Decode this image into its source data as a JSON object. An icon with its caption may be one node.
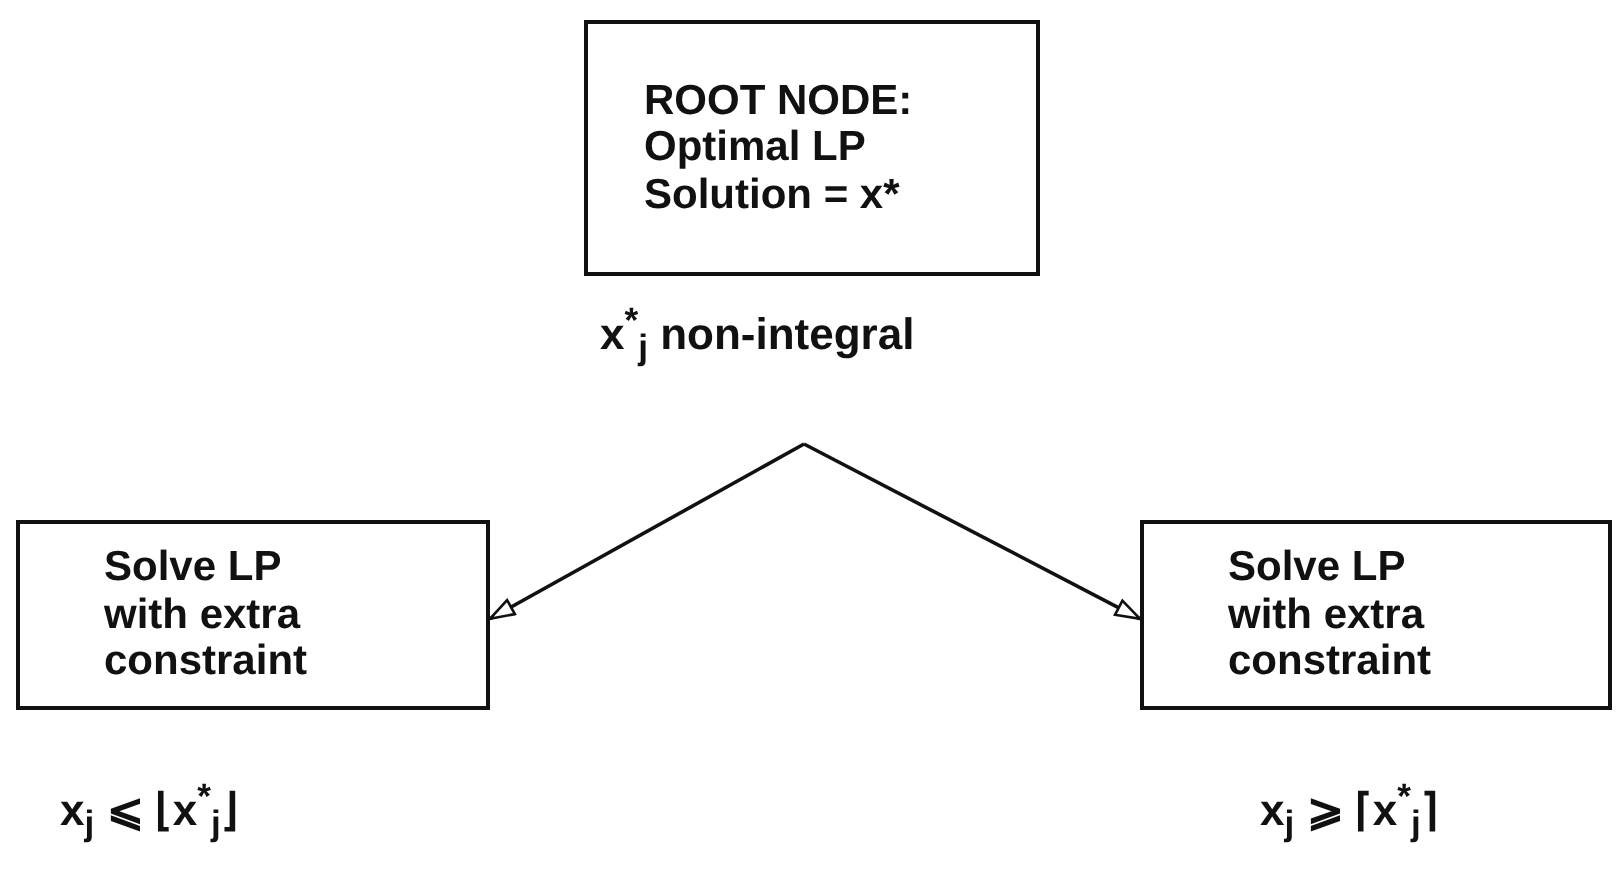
{
  "diagram": {
    "nodes": [
      {
        "text": [
          "ROOT NODE: Optimal LP Solution = x*"
        ],
        "beside": [
          "x$^{*}$$_{j}$ non-integral"
        ]
      },
      {
        "text": [
          "Solve LP with extra constraint"
        ],
        "beside": [
          "x$_{j}$ ⩽ ⌊x$^{*}$$_{j}$⌋"
        ]
      },
      {
        "text": [
          "Solve LP with extra constraint"
        ],
        "beside": [
          "x$_{j}$ ⩾ ⌈x$^{*}$$_{j}$⌉"
        ]
      }
    ],
    "edges": [
      {
        "from": 0,
        "to": 1,
        "arrow": "to"
      },
      {
        "from": 0,
        "to": 2,
        "arrow": "to"
      }
    ]
  }
}
